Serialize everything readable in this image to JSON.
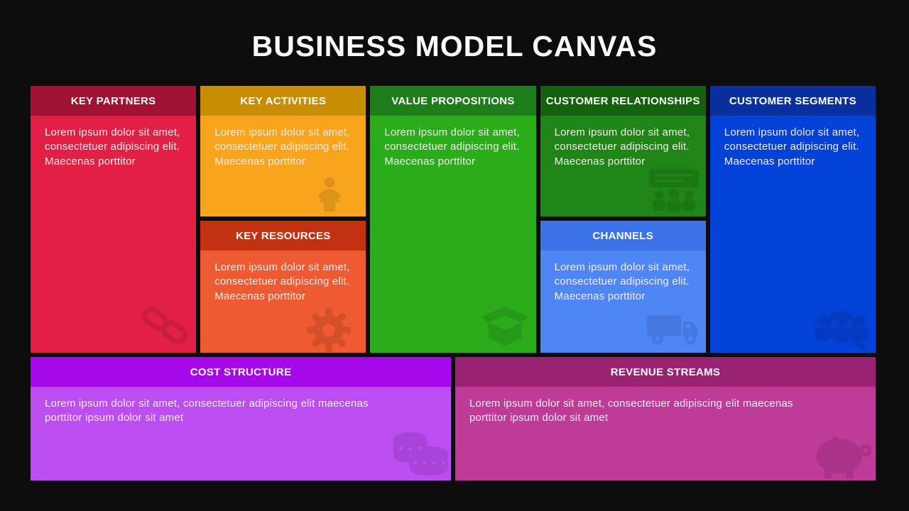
{
  "slide": {
    "title": "BUSINESS MODEL CANVAS",
    "background_color": "#0C0C0C",
    "title_color": "#FAFAFA"
  },
  "sections": {
    "key_partners": {
      "label": "KEY PARTNERS",
      "body": "Lorem ipsum dolor sit amet, consectetuer adipiscing elit. Maecenas porttitor",
      "header_color": "#A01233",
      "body_color": "#E22045",
      "icon": "chain-link-icon"
    },
    "key_activities": {
      "label": "KEY ACTIVITIES",
      "body": "Lorem ipsum dolor sit amet, consectetuer adipiscing elit. Maecenas porttitor",
      "header_color": "#C98D05",
      "body_color": "#F8A41D",
      "icon": "person-icon"
    },
    "key_resources": {
      "label": "KEY RESOURCES",
      "body": "Lorem ipsum dolor sit amet, consectetuer adipiscing elit. Maecenas porttitor",
      "header_color": "#C23110",
      "body_color": "#EE5A31",
      "icon": "gear-icon"
    },
    "value_propositions": {
      "label": "VALUE PROPOSITIONS",
      "body": "Lorem ipsum dolor sit amet, consectetuer adipiscing elit. Maecenas porttitor",
      "header_color": "#1E7D1B",
      "body_color": "#2BAC1B",
      "icon": "open-box-icon"
    },
    "customer_relationships": {
      "label": "CUSTOMER RELATIONSHIPS",
      "body": "Lorem ipsum dolor sit amet, consectetuer adipiscing elit. Maecenas porttitor",
      "header_color": "#14610D",
      "body_color": "#1F8516",
      "icon": "team-board-icon"
    },
    "channels": {
      "label": "CHANNELS",
      "body": "Lorem ipsum dolor sit amet, consectetuer adipiscing elit. Maecenas porttitor",
      "header_color": "#3B72E7",
      "body_color": "#4F86F6",
      "icon": "delivery-truck-icon"
    },
    "customer_segments": {
      "label": "CUSTOMER SEGMENTS",
      "body": "Lorem ipsum dolor sit amet, consectetuer adipiscing elit. Maecenas porttitor",
      "header_color": "#0A2F9F",
      "body_color": "#0441D6",
      "icon": "audience-search-icon"
    },
    "cost_structure": {
      "label": "COST STRUCTURE",
      "body": "Lorem ipsum dolor sit amet, consectetuer adipiscing elit maecenas porttitor ipsum dolor sit amet",
      "header_color": "#A609E9",
      "body_color": "#BC4DF1",
      "icon": "coins-icon"
    },
    "revenue_streams": {
      "label": "REVENUE STREAMS",
      "body": "Lorem ipsum dolor sit amet, consectetuer adipiscing elit maecenas porttitor ipsum dolor sit amet",
      "header_color": "#992371",
      "body_color": "#BE3B98",
      "icon": "piggy-bank-icon"
    }
  }
}
